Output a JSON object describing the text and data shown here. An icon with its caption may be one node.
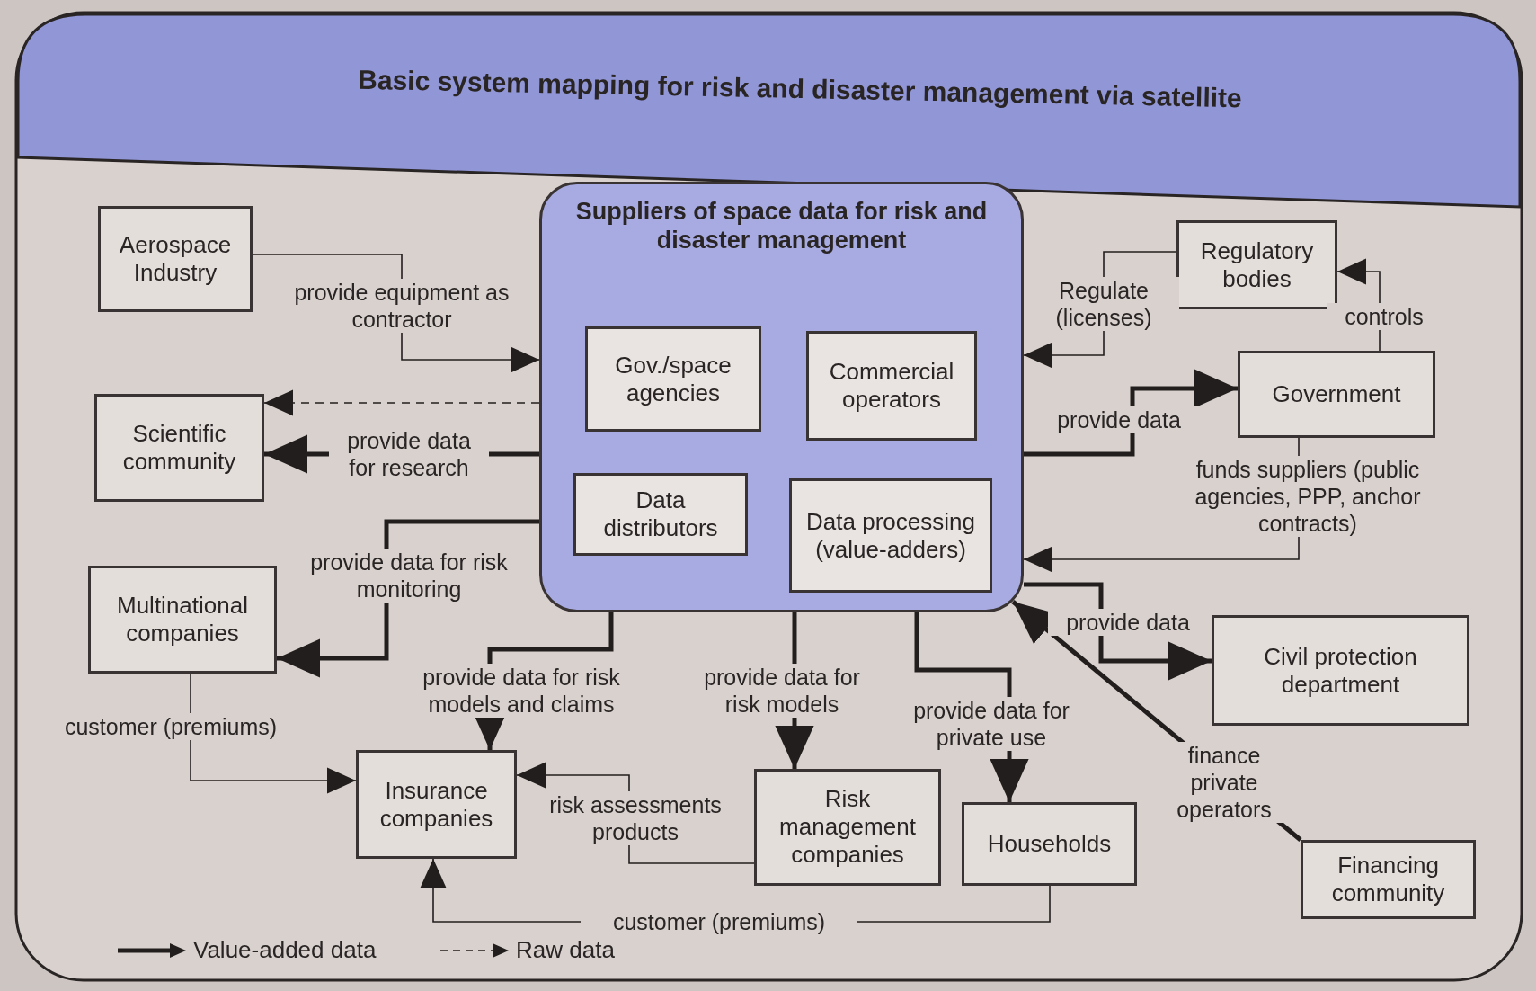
{
  "diagram": {
    "title": "Basic system mapping for risk and disaster management via satellite",
    "nodes": [
      {
        "text": [
          "Suppliers of space data for risk and disaster management"
        ]
      },
      {
        "text": [
          "Gov./space agencies"
        ],
        "in": 0
      },
      {
        "text": [
          "Commercial operators"
        ],
        "in": 0
      },
      {
        "text": [
          "Data distributors"
        ],
        "in": 0
      },
      {
        "text": [
          "Data processing (value-adders)"
        ],
        "in": 0
      },
      {
        "text": [
          "Aerospace Industry"
        ]
      },
      {
        "text": [
          "Scientific community"
        ]
      },
      {
        "text": [
          "Multinational companies"
        ]
      },
      {
        "text": [
          "Regulatory bodies"
        ]
      },
      {
        "text": [
          "Government"
        ]
      },
      {
        "text": [
          "Civil protection department"
        ]
      },
      {
        "text": [
          "Insurance companies"
        ]
      },
      {
        "text": [
          "Risk management companies"
        ]
      },
      {
        "text": [
          "Households"
        ]
      },
      {
        "text": [
          "Financing community"
        ]
      }
    ],
    "edges": [
      {
        "from": 5,
        "to": 0,
        "arrow": "to",
        "label": "provide equipment as contractor"
      },
      {
        "from": 0,
        "to": 6,
        "arrow": "to",
        "style": "dashed"
      },
      {
        "from": 0,
        "to": 6,
        "arrow": "to",
        "label": "provide data for research",
        "style": "thick"
      },
      {
        "from": 0,
        "to": 7,
        "arrow": "to",
        "label": "provide data for risk monitoring",
        "style": "thick"
      },
      {
        "from": 8,
        "to": 0,
        "arrow": "to",
        "label": "Regulate (licenses)"
      },
      {
        "from": 0,
        "to": 9,
        "arrow": "to",
        "label": "provide data",
        "style": "thick"
      },
      {
        "from": 9,
        "to": 8,
        "arrow": "to",
        "label": "controls"
      },
      {
        "from": 9,
        "to": 0,
        "arrow": "to",
        "label": "funds suppliers (public agencies, PPP, anchor contracts)"
      },
      {
        "from": 0,
        "to": 10,
        "arrow": "to",
        "label": "provide data",
        "style": "thick"
      },
      {
        "from": 14,
        "to": 0,
        "arrow": "to",
        "label": "finance private operators",
        "style": "thick"
      },
      {
        "from": 0,
        "to": 11,
        "arrow": "to",
        "label": "provide data for risk models and claims",
        "style": "thick"
      },
      {
        "from": 0,
        "to": 12,
        "arrow": "to",
        "label": "provide data for risk models",
        "style": "thick"
      },
      {
        "from": 0,
        "to": 13,
        "arrow": "to",
        "label": "provide data for private use",
        "style": "thick"
      },
      {
        "from": 7,
        "to": 11,
        "arrow": "to",
        "label": "customer (premiums)"
      },
      {
        "from": 12,
        "to": 11,
        "arrow": "to",
        "label": "risk assessments products"
      },
      {
        "from": 13,
        "to": 11,
        "arrow": "to",
        "label": "customer (premiums)"
      }
    ],
    "legend": [
      {
        "text": "Value-added data"
      },
      {
        "text": "Raw data"
      }
    ]
  }
}
